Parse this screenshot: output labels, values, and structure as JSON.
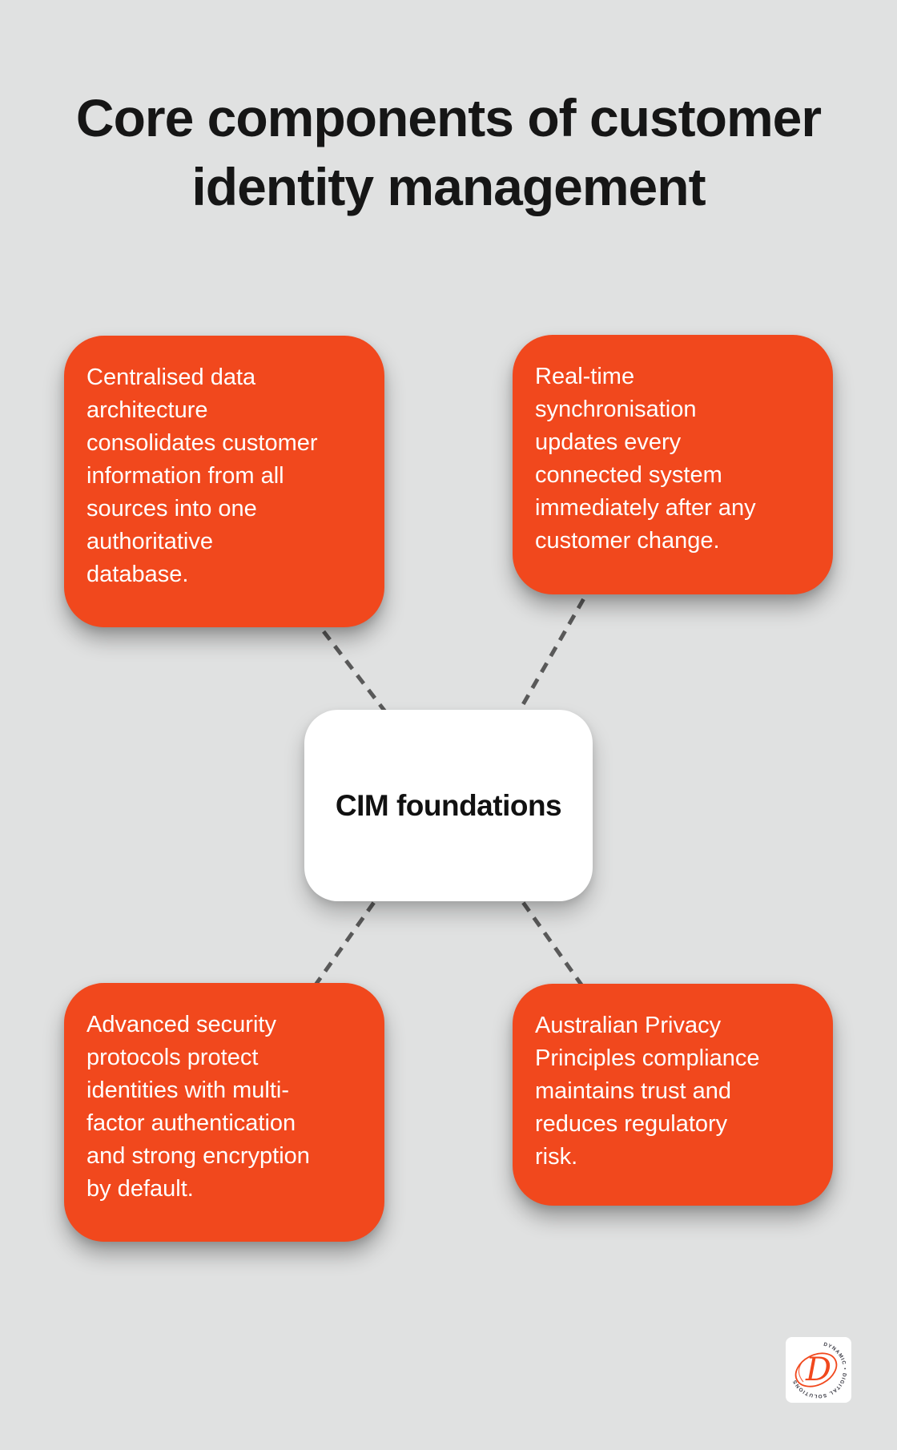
{
  "page": {
    "title": "Core components of customer\nidentity management"
  },
  "center_node": {
    "label": "CIM foundations"
  },
  "nodes": [
    {
      "id": "centralised-data-architecture",
      "text": "Centralised data\narchitecture\nconsolidates customer\ninformation from all\nsources into one\nauthoritative\ndatabase."
    },
    {
      "id": "real-time-synchronisation",
      "text": "Real-time\nsynchronisation\nupdates every\nconnected system\nimmediately after any\ncustomer change."
    },
    {
      "id": "advanced-security-protocols",
      "text": "Advanced security\nprotocols protect\nidentities with multi-\nfactor authentication\nand strong encryption\nby default."
    },
    {
      "id": "australian-privacy-principles",
      "text": "Australian Privacy\nPrinciples compliance\nmaintains trust and\nreduces regulatory\nrisk."
    }
  ],
  "logo": {
    "arc_text": "DYNAMIC • DIGITAL SOLUTIONS",
    "monogram": "D"
  },
  "colors": {
    "background": "#e0e1e1",
    "accent": "#f1481d",
    "node_text": "#ffffff",
    "title_text": "#161616",
    "center_bg": "#ffffff",
    "center_text": "#111111",
    "connector": "#595959",
    "logo_text": "#3c3c46"
  }
}
